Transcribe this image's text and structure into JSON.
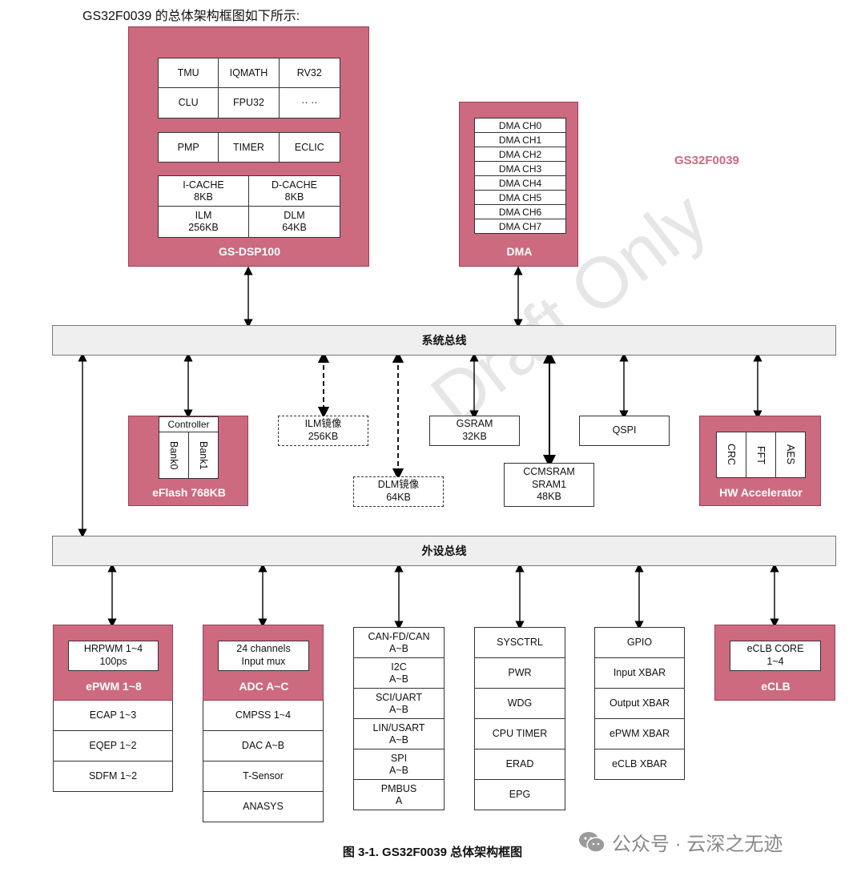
{
  "intro": "GS32F0039 的总体架构框图如下所示:",
  "chip_label": "GS32F0039",
  "dsp": {
    "label": "GS-DSP100",
    "units_row1": [
      "TMU",
      "IQMATH",
      "RV32",
      "CLU",
      "FPU32",
      "·· ··"
    ],
    "units_row2": [
      "PMP",
      "TIMER",
      "ECLIC"
    ],
    "memory": [
      "I-CACHE\n8KB",
      "D-CACHE\n8KB",
      "ILM\n256KB",
      "DLM\n64KB"
    ]
  },
  "dma": {
    "label": "DMA",
    "channels": [
      "DMA CH0",
      "DMA CH1",
      "DMA CH2",
      "DMA CH3",
      "DMA CH4",
      "DMA CH5",
      "DMA CH6",
      "DMA CH7"
    ]
  },
  "system_bus": "系统总线",
  "peripheral_bus": "外设总线",
  "eflash": {
    "label": "eFlash 768KB",
    "controller": "Controller",
    "banks": [
      "Bank0",
      "Bank1"
    ]
  },
  "ilm_mirror": "ILM镜像\n256KB",
  "dlm_mirror": "DLM镜像\n64KB",
  "gsram": "GSRAM\n32KB",
  "ccmsram": "CCMSRAM\nSRAM1\n48KB",
  "qspi": "QSPI",
  "hw_accel": {
    "label": "HW Accelerator",
    "units": [
      "CRC",
      "FFT",
      "AES"
    ]
  },
  "epwm": {
    "label": "ePWM 1~8",
    "inner": "HRPWM 1~4\n100ps",
    "items": [
      "ECAP 1~3",
      "EQEP 1~2",
      "SDFM 1~2"
    ]
  },
  "adc": {
    "label": "ADC A~C",
    "inner": "24 channels\nInput mux",
    "items": [
      "CMPSS 1~4",
      "DAC A~B",
      "T-Sensor",
      "ANASYS"
    ]
  },
  "comm": [
    "CAN-FD/CAN\nA~B",
    "I2C\nA~B",
    "SCI/UART\nA~B",
    "LIN/USART\nA~B",
    "SPI\nA~B",
    "PMBUS\nA"
  ],
  "sys": [
    "SYSCTRL",
    "PWR",
    "WDG",
    "CPU TIMER",
    "ERAD",
    "EPG"
  ],
  "gpio": [
    "GPIO",
    "Input XBAR",
    "Output XBAR",
    "ePWM XBAR",
    "eCLB XBAR"
  ],
  "eclb": {
    "label": "eCLB",
    "inner": "eCLB CORE\n1~4"
  },
  "caption": "图 3-1. GS32F0039 总体架构框图",
  "watermark": "Draft Only",
  "wechat": "公众号 · 云深之无迹",
  "colors": {
    "block": "#cd6a7f",
    "chip_label": "#cd6a7f",
    "bus": "#efefef"
  }
}
